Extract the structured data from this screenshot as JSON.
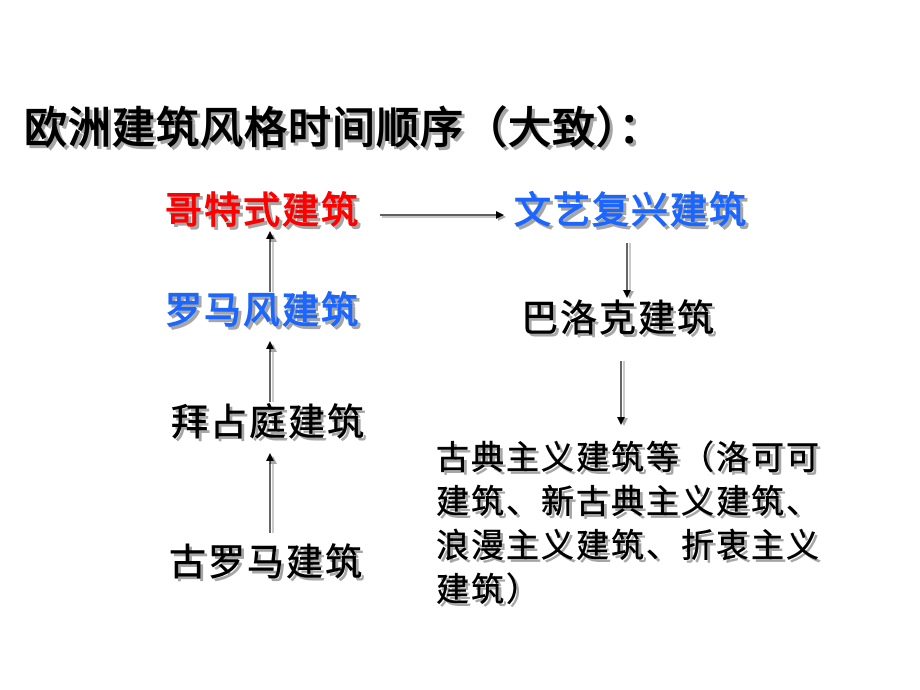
{
  "title": "欧洲建筑风格时间顺序（大致）：",
  "nodes": {
    "gothic": {
      "label": "哥特式建筑",
      "color": "#ff0000"
    },
    "renaissance": {
      "label": "文艺复兴建筑",
      "color": "#1a66ff"
    },
    "romanesque": {
      "label": "罗马风建筑",
      "color": "#1a66ff"
    },
    "baroque": {
      "label": "巴洛克建筑",
      "color": "#000000"
    },
    "byzantine": {
      "label": "拜占庭建筑",
      "color": "#000000"
    },
    "ancient_rome": {
      "label": "古罗马建筑",
      "color": "#000000"
    },
    "classical_etc": {
      "label": "古典主义建筑等（洛可可建筑、新古典主义建筑、浪漫主义建筑、折衷主义建筑）",
      "color": "#000000"
    }
  },
  "edges": [
    {
      "from": "ancient_rome",
      "to": "byzantine"
    },
    {
      "from": "byzantine",
      "to": "romanesque"
    },
    {
      "from": "romanesque",
      "to": "gothic"
    },
    {
      "from": "gothic",
      "to": "renaissance"
    },
    {
      "from": "renaissance",
      "to": "baroque"
    },
    {
      "from": "baroque",
      "to": "classical_etc"
    }
  ]
}
